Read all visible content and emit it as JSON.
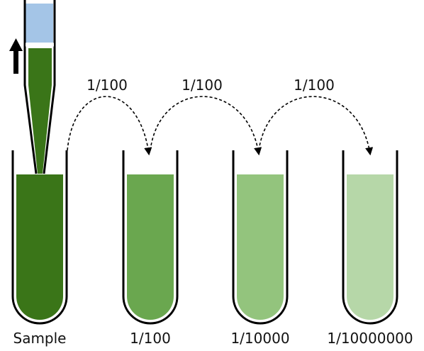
{
  "colors": {
    "sample": "#3a7518",
    "tube_1_100": "#6aa74f",
    "tube_1_10000": "#93c47d",
    "tube_1_10000000": "#b6d7a8",
    "pipette_fill": "#3a7518",
    "pipette_top": "#a4c5e7",
    "outline": "#000000"
  },
  "icons": {
    "up_arrow": "up-arrow-icon"
  },
  "tubes": [
    {
      "label": "Sample"
    },
    {
      "label": "1/100"
    },
    {
      "label": "1/10000"
    },
    {
      "label": "1/10000000"
    }
  ],
  "transfers": [
    {
      "label": "1/100"
    },
    {
      "label": "1/100"
    },
    {
      "label": "1/100"
    }
  ]
}
